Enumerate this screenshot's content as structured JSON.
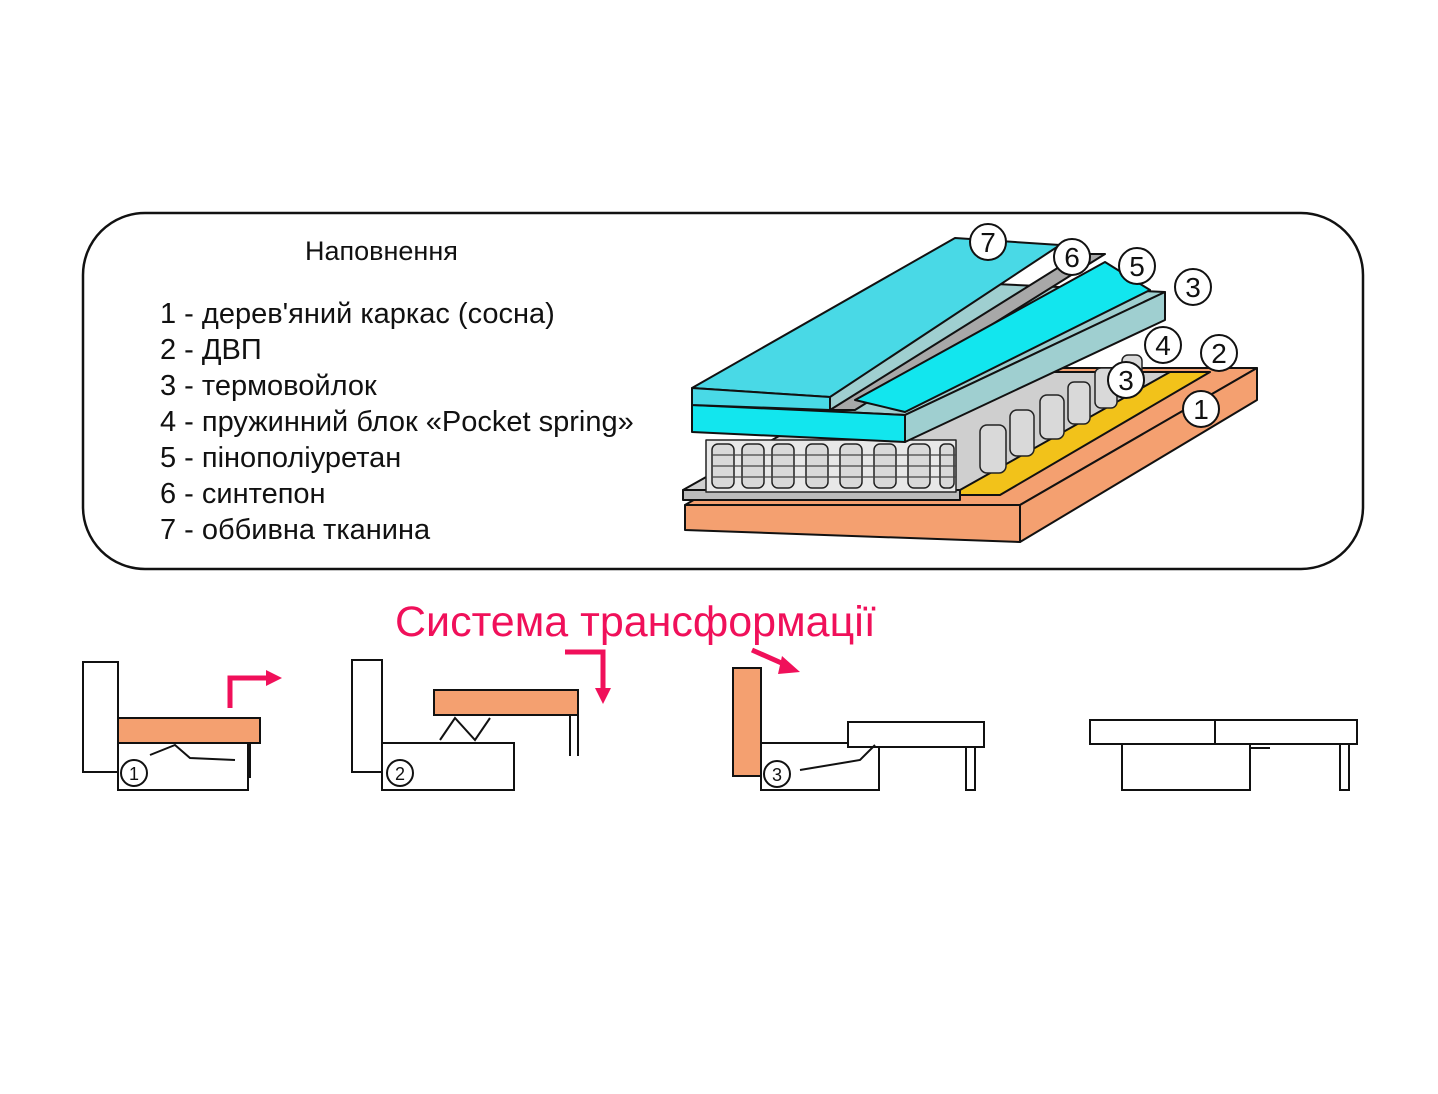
{
  "filling": {
    "title": "Наповнення",
    "items": [
      "1 - дерев'яний каркас (сосна)",
      "2 - ДВП",
      "3 - термовойлок",
      "4 - пружинний блок «Pocket spring»",
      "5 - пінополіуретан",
      "6 - синтепон",
      "7 - оббивна тканина"
    ],
    "callouts": [
      "7",
      "6",
      "5",
      "3",
      "4",
      "2",
      "3",
      "1"
    ]
  },
  "transformation": {
    "title": "Система трансформації",
    "steps": [
      "1",
      "2",
      "3"
    ]
  },
  "colors": {
    "wood": "#f4a070",
    "fibreboard": "#f2c21a",
    "felt": "#9fcfd0",
    "foam": "#12e6ee",
    "syntepon": "#a8a8a8",
    "fabric": "#49d9e6",
    "accent": "#f0105a"
  }
}
